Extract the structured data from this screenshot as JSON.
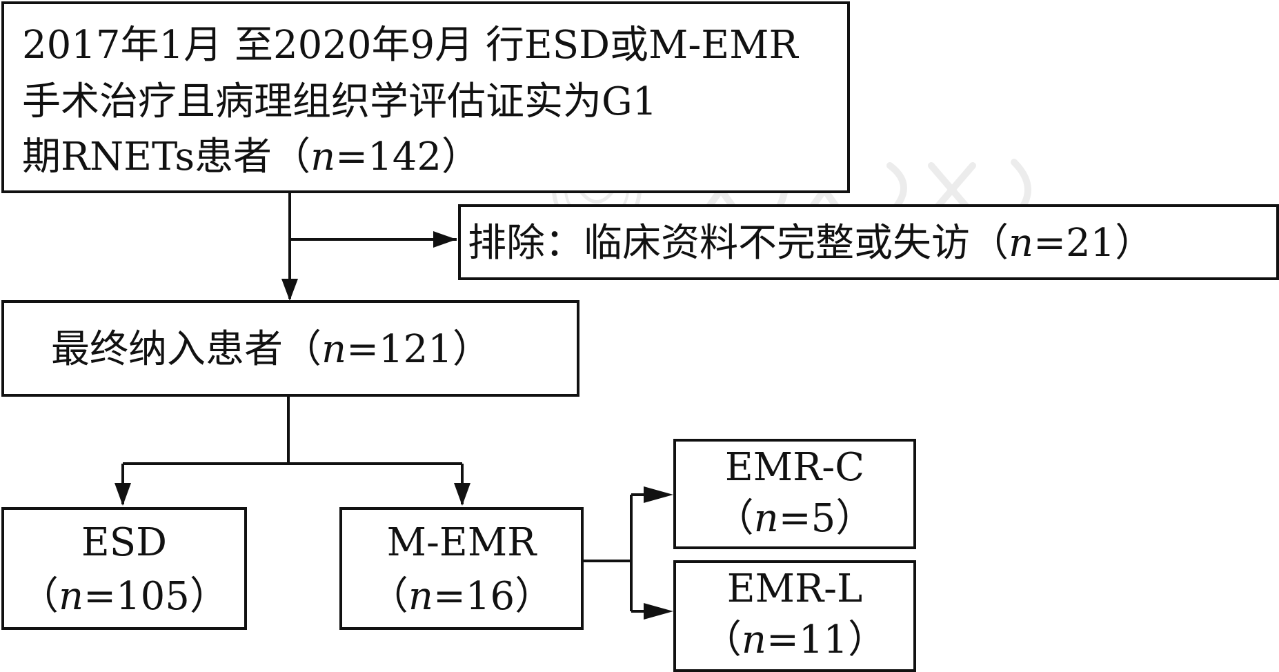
{
  "diagram": {
    "top_box": {
      "line1": "2017年1月 至2020年9月 行ESD或M-EMR",
      "line2": "手术治疗且病理组织学评估证实为G1",
      "line3_prefix": "期RNETs患者（",
      "n_label": "n",
      "line3_suffix": "=142）"
    },
    "exclusion_box": {
      "prefix": "排除：临床资料不完整或失访（",
      "n_label": "n",
      "suffix": "=21）"
    },
    "included_box": {
      "prefix": "最终纳入患者（",
      "n_label": "n",
      "suffix": "=121）"
    },
    "esd_box": {
      "title": "ESD",
      "count_prefix": "（",
      "n_label": "n",
      "count_suffix": "=105）"
    },
    "memr_box": {
      "title": "M-EMR",
      "count_prefix": "（",
      "n_label": "n",
      "count_suffix": "=16）"
    },
    "emrc_box": {
      "title": "EMR-C",
      "count_prefix": "（",
      "n_label": "n",
      "count_suffix": "=5）"
    },
    "emrl_box": {
      "title": "EMR-L",
      "count_prefix": "（",
      "n_label": "n",
      "count_suffix": "=11）"
    },
    "colors": {
      "stroke": "#111111",
      "background": "#ffffff",
      "watermark": "#777777"
    }
  }
}
